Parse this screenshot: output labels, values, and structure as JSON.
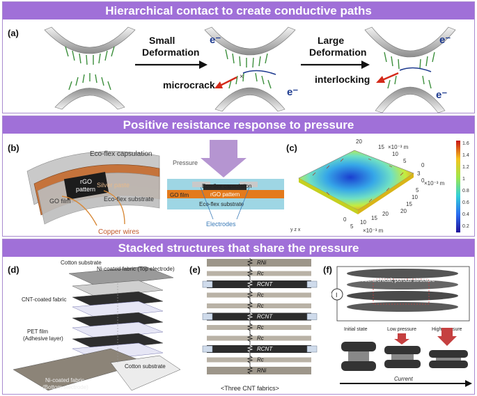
{
  "section1": {
    "title": "Hierarchical contact to create conductive paths",
    "label": "(a)",
    "small_deformation": [
      "Small",
      "Deformation"
    ],
    "large_deformation": [
      "Large",
      "Deformation"
    ],
    "microcrack": "microcrack",
    "interlocking": "interlocking",
    "electron": "e⁻"
  },
  "section2": {
    "title": "Positive resistance response to pressure",
    "label_b": "(b)",
    "label_c": "(c)",
    "b_left": {
      "capsulation": "Eco-flex capsulation",
      "rgo": [
        "rGO",
        "pattern"
      ],
      "silver": "Silver paste",
      "go_film": "GO film",
      "substrate": "Eco-flex substrate",
      "copper": "Copper wires"
    },
    "b_right": {
      "pressure": "Pressure",
      "capsulation": "Eco-flex capsulation",
      "rgo": "rGO pattern",
      "go_film": "GO film",
      "substrate": "Eco-flex substrate",
      "electrodes": "Electrodes"
    },
    "c": {
      "axis_top_ticks": [
        "20",
        "15",
        "10",
        "5"
      ],
      "axis_top_unit": "×10⁻³ m",
      "axis_right_ticks": [
        "0",
        "3",
        "0",
        "5",
        "10",
        "15",
        "20"
      ],
      "axis_right_unit": "×10⁻³ m",
      "axis_bottom_ticks": [
        "0",
        "5",
        "10",
        "15",
        "20"
      ],
      "axis_bottom_unit": "×10⁻³ m",
      "colorbar_ticks": [
        "1.6",
        "1.4",
        "1.2",
        "1",
        "0.8",
        "0.6",
        "0.4",
        "0.2"
      ],
      "triad": "y z x"
    }
  },
  "section3": {
    "title": "Stacked structures that share the pressure",
    "label_d": "(d)",
    "label_e": "(e)",
    "label_f": "(f)",
    "d": {
      "cotton_top": "Cotton substrate",
      "ni_top": "Ni-coated fabric (Top electrode)",
      "cnt": "CNT-coated fabric",
      "pet": [
        "PET film",
        "(Adhesive layer)"
      ],
      "ni_bottom": [
        "Ni-coated fabric",
        "(Bottom electrode)"
      ],
      "cotton_bottom": "Cotton substrate"
    },
    "e": {
      "rows": [
        "RNi",
        "Rc",
        "RCNT",
        "Rc",
        "Rc",
        "RCNT",
        "Rc",
        "Rc",
        "RCNT",
        "Rc",
        "RNi"
      ],
      "caption": "<Three CNT fabrics>"
    },
    "f": {
      "structure": "Hierarchical, porous structure",
      "initial": "Initial state",
      "low": "Low pressure",
      "high": "High pressure",
      "current": "Current",
      "meter": "I"
    }
  },
  "colors": {
    "banner": "#a070d8",
    "panel_border": "#a98bd0",
    "green_fibers": "#3c8f3c",
    "electron_blue": "#1d3a8f",
    "copper": "#b8632e",
    "ecoflex": "#9ed6e4",
    "go_orange": "#e37a1c"
  }
}
